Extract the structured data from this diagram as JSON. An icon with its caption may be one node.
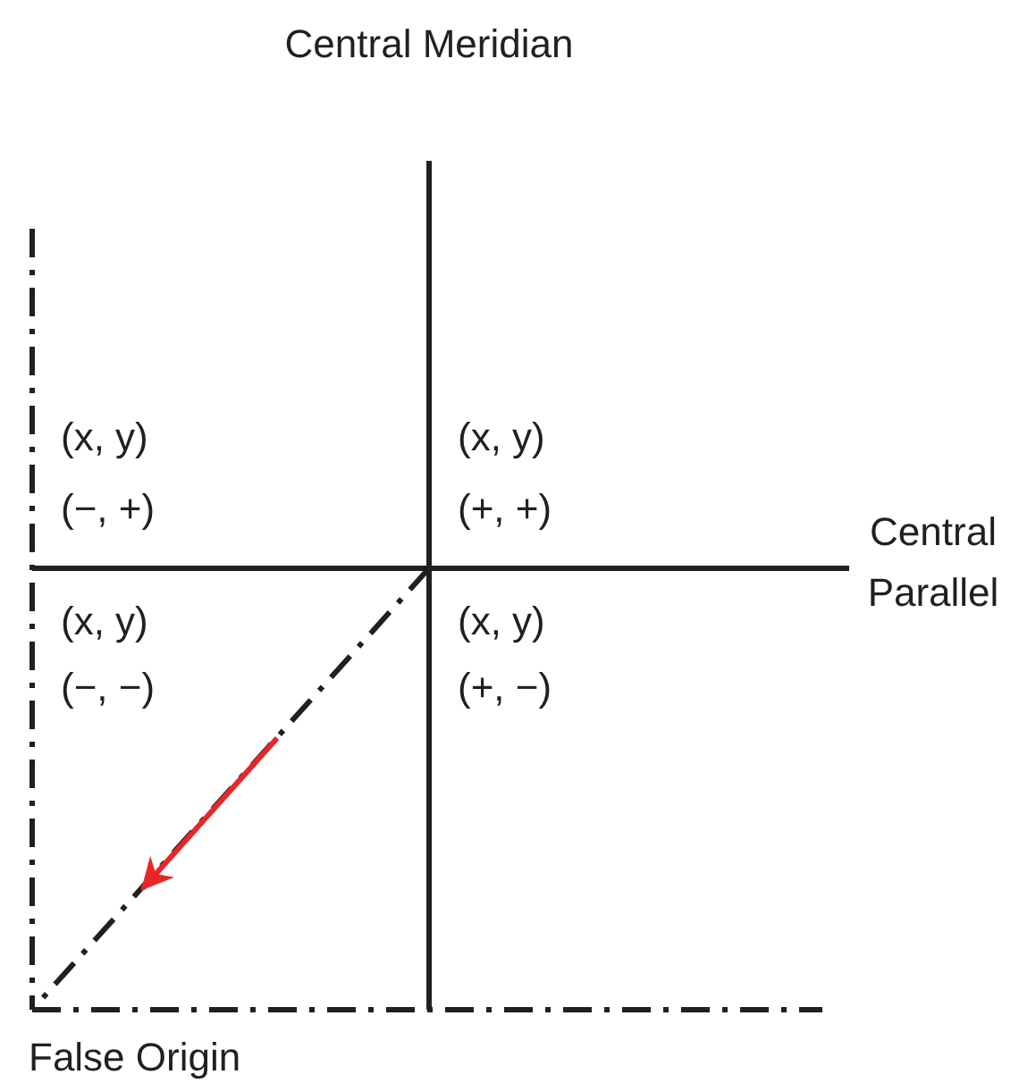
{
  "diagram": {
    "labels": [
      "Central Meridian",
      "(x, y)",
      "(−, +)",
      "(x, y)",
      "(+, +)",
      "Central Parallel",
      "(x, y)",
      "(−, −)",
      "(x, y)",
      "(+, −)",
      "False Origin"
    ]
  }
}
